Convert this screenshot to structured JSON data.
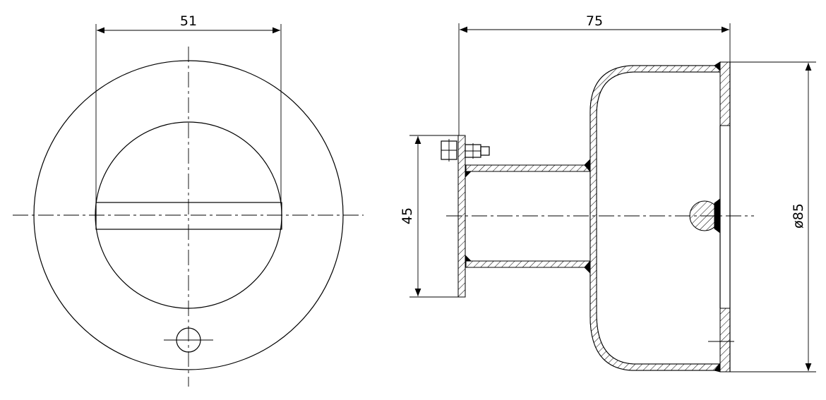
{
  "dimensions": {
    "front_width": "51",
    "side_length": "75",
    "flange_height": "45",
    "outer_diameter": "ø85"
  }
}
